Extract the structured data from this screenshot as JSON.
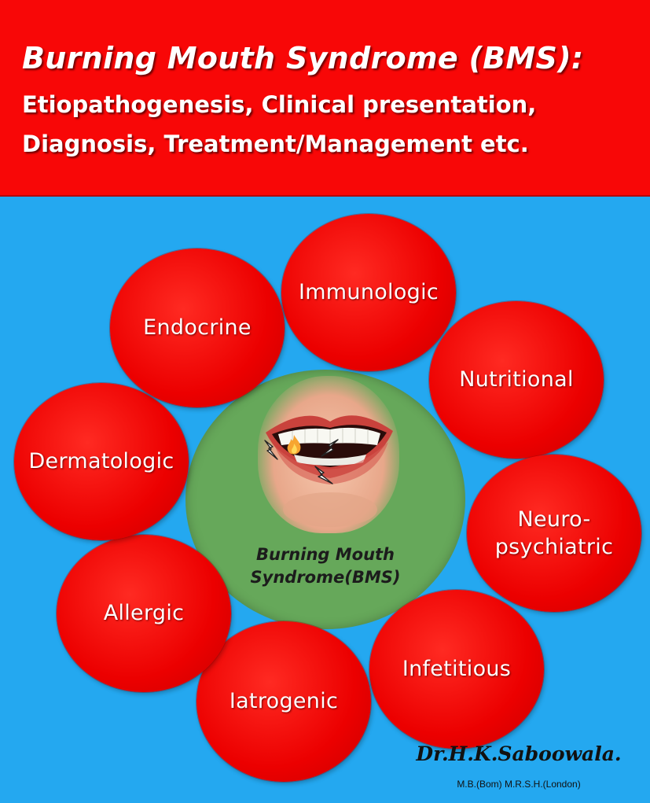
{
  "header": {
    "title": "Burning Mouth Syndrome (BMS):",
    "subtitle_line1": "Etiopathogenesis, Clinical presentation,",
    "subtitle_line2": "Diagnosis, Treatment/Management etc."
  },
  "diagram": {
    "center": {
      "line1": "Burning Mouth",
      "line2": "Syndrome(BMS)"
    },
    "causes": [
      {
        "label": "Immunologic"
      },
      {
        "label": "Nutritional"
      },
      {
        "label": "Neuro-\npsychiatric"
      },
      {
        "label": "Infetitious"
      },
      {
        "label": "Iatrogenic"
      },
      {
        "label": "Allergic"
      },
      {
        "label": "Dermatologic"
      },
      {
        "label": "Endocrine"
      }
    ]
  },
  "footer": {
    "author": "Dr.H.K.Saboowala.",
    "credentials": "M.B.(Bom) M.R.S.H.(London)"
  },
  "colors": {
    "banner": "#f80707",
    "background": "#24a8f0",
    "circle": "#ec0000",
    "center": "#66a85a"
  },
  "icons": [
    "lips-icon",
    "flame-icon",
    "lightning-icon"
  ]
}
